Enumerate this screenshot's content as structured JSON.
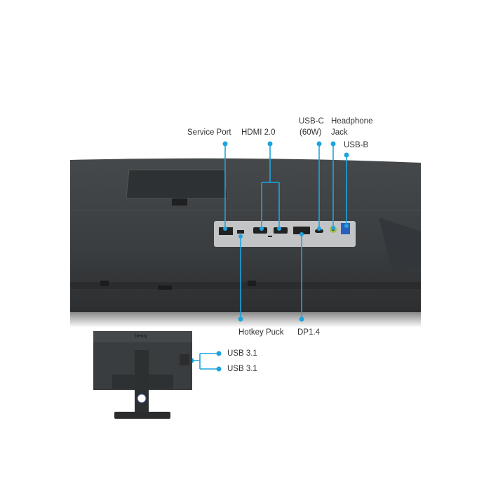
{
  "callouts": {
    "service_port": "Service Port",
    "hdmi": "HDMI 2.0",
    "usbc_line1": "USB-C",
    "usbc_line2": "(60W)",
    "headphone_line1": "Headphone",
    "headphone_line2": "Jack",
    "usbb": "USB-B",
    "hotkey_puck": "Hotkey Puck",
    "dp": "DP1.4",
    "usb31_a": "USB 3.1",
    "usb31_b": "USB 3.1"
  },
  "logo": "benq",
  "colors": {
    "accent": "#1fa3dd",
    "monitor_body": "#3b3e40",
    "port_panel": "#c3c4c6"
  }
}
